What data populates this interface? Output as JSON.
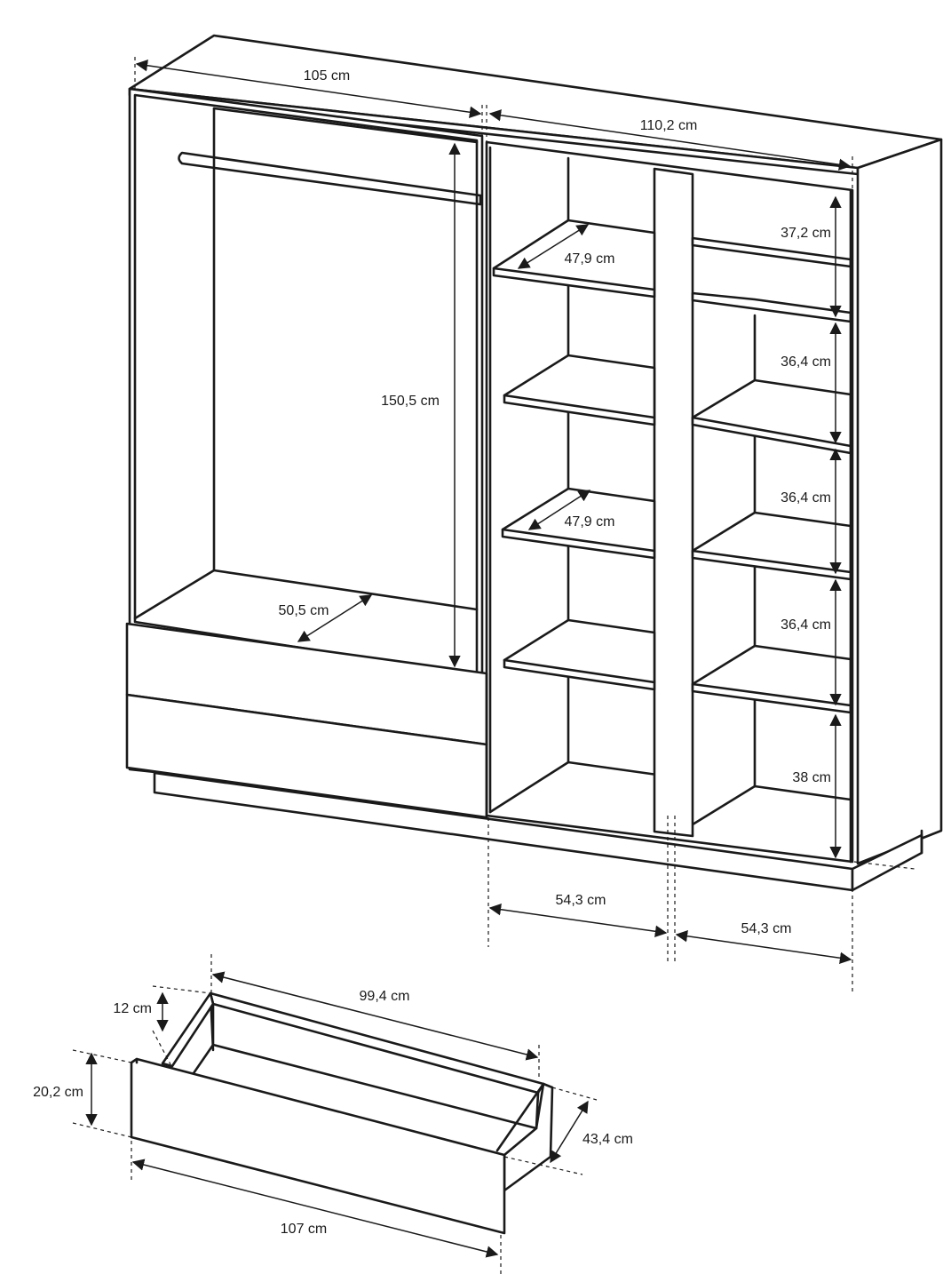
{
  "dimensions": {
    "left_width": "105 cm",
    "right_width": "110,2 cm",
    "hanging_height": "150,5 cm",
    "bottom_depth": "50,5 cm",
    "shelf_depth_top": "47,9 cm",
    "shelf_depth_mid": "47,9 cm",
    "comp_1": "37,2 cm",
    "comp_2": "36,4 cm",
    "comp_3": "36,4 cm",
    "comp_4": "36,4 cm",
    "comp_5": "38 cm",
    "door_left": "54,3 cm",
    "door_right": "54,3 cm",
    "drawer_inner_width": "99,4 cm",
    "drawer_side_height": "12 cm",
    "drawer_front_height": "20,2 cm",
    "drawer_depth": "43,4 cm",
    "drawer_front_width": "107 cm"
  }
}
